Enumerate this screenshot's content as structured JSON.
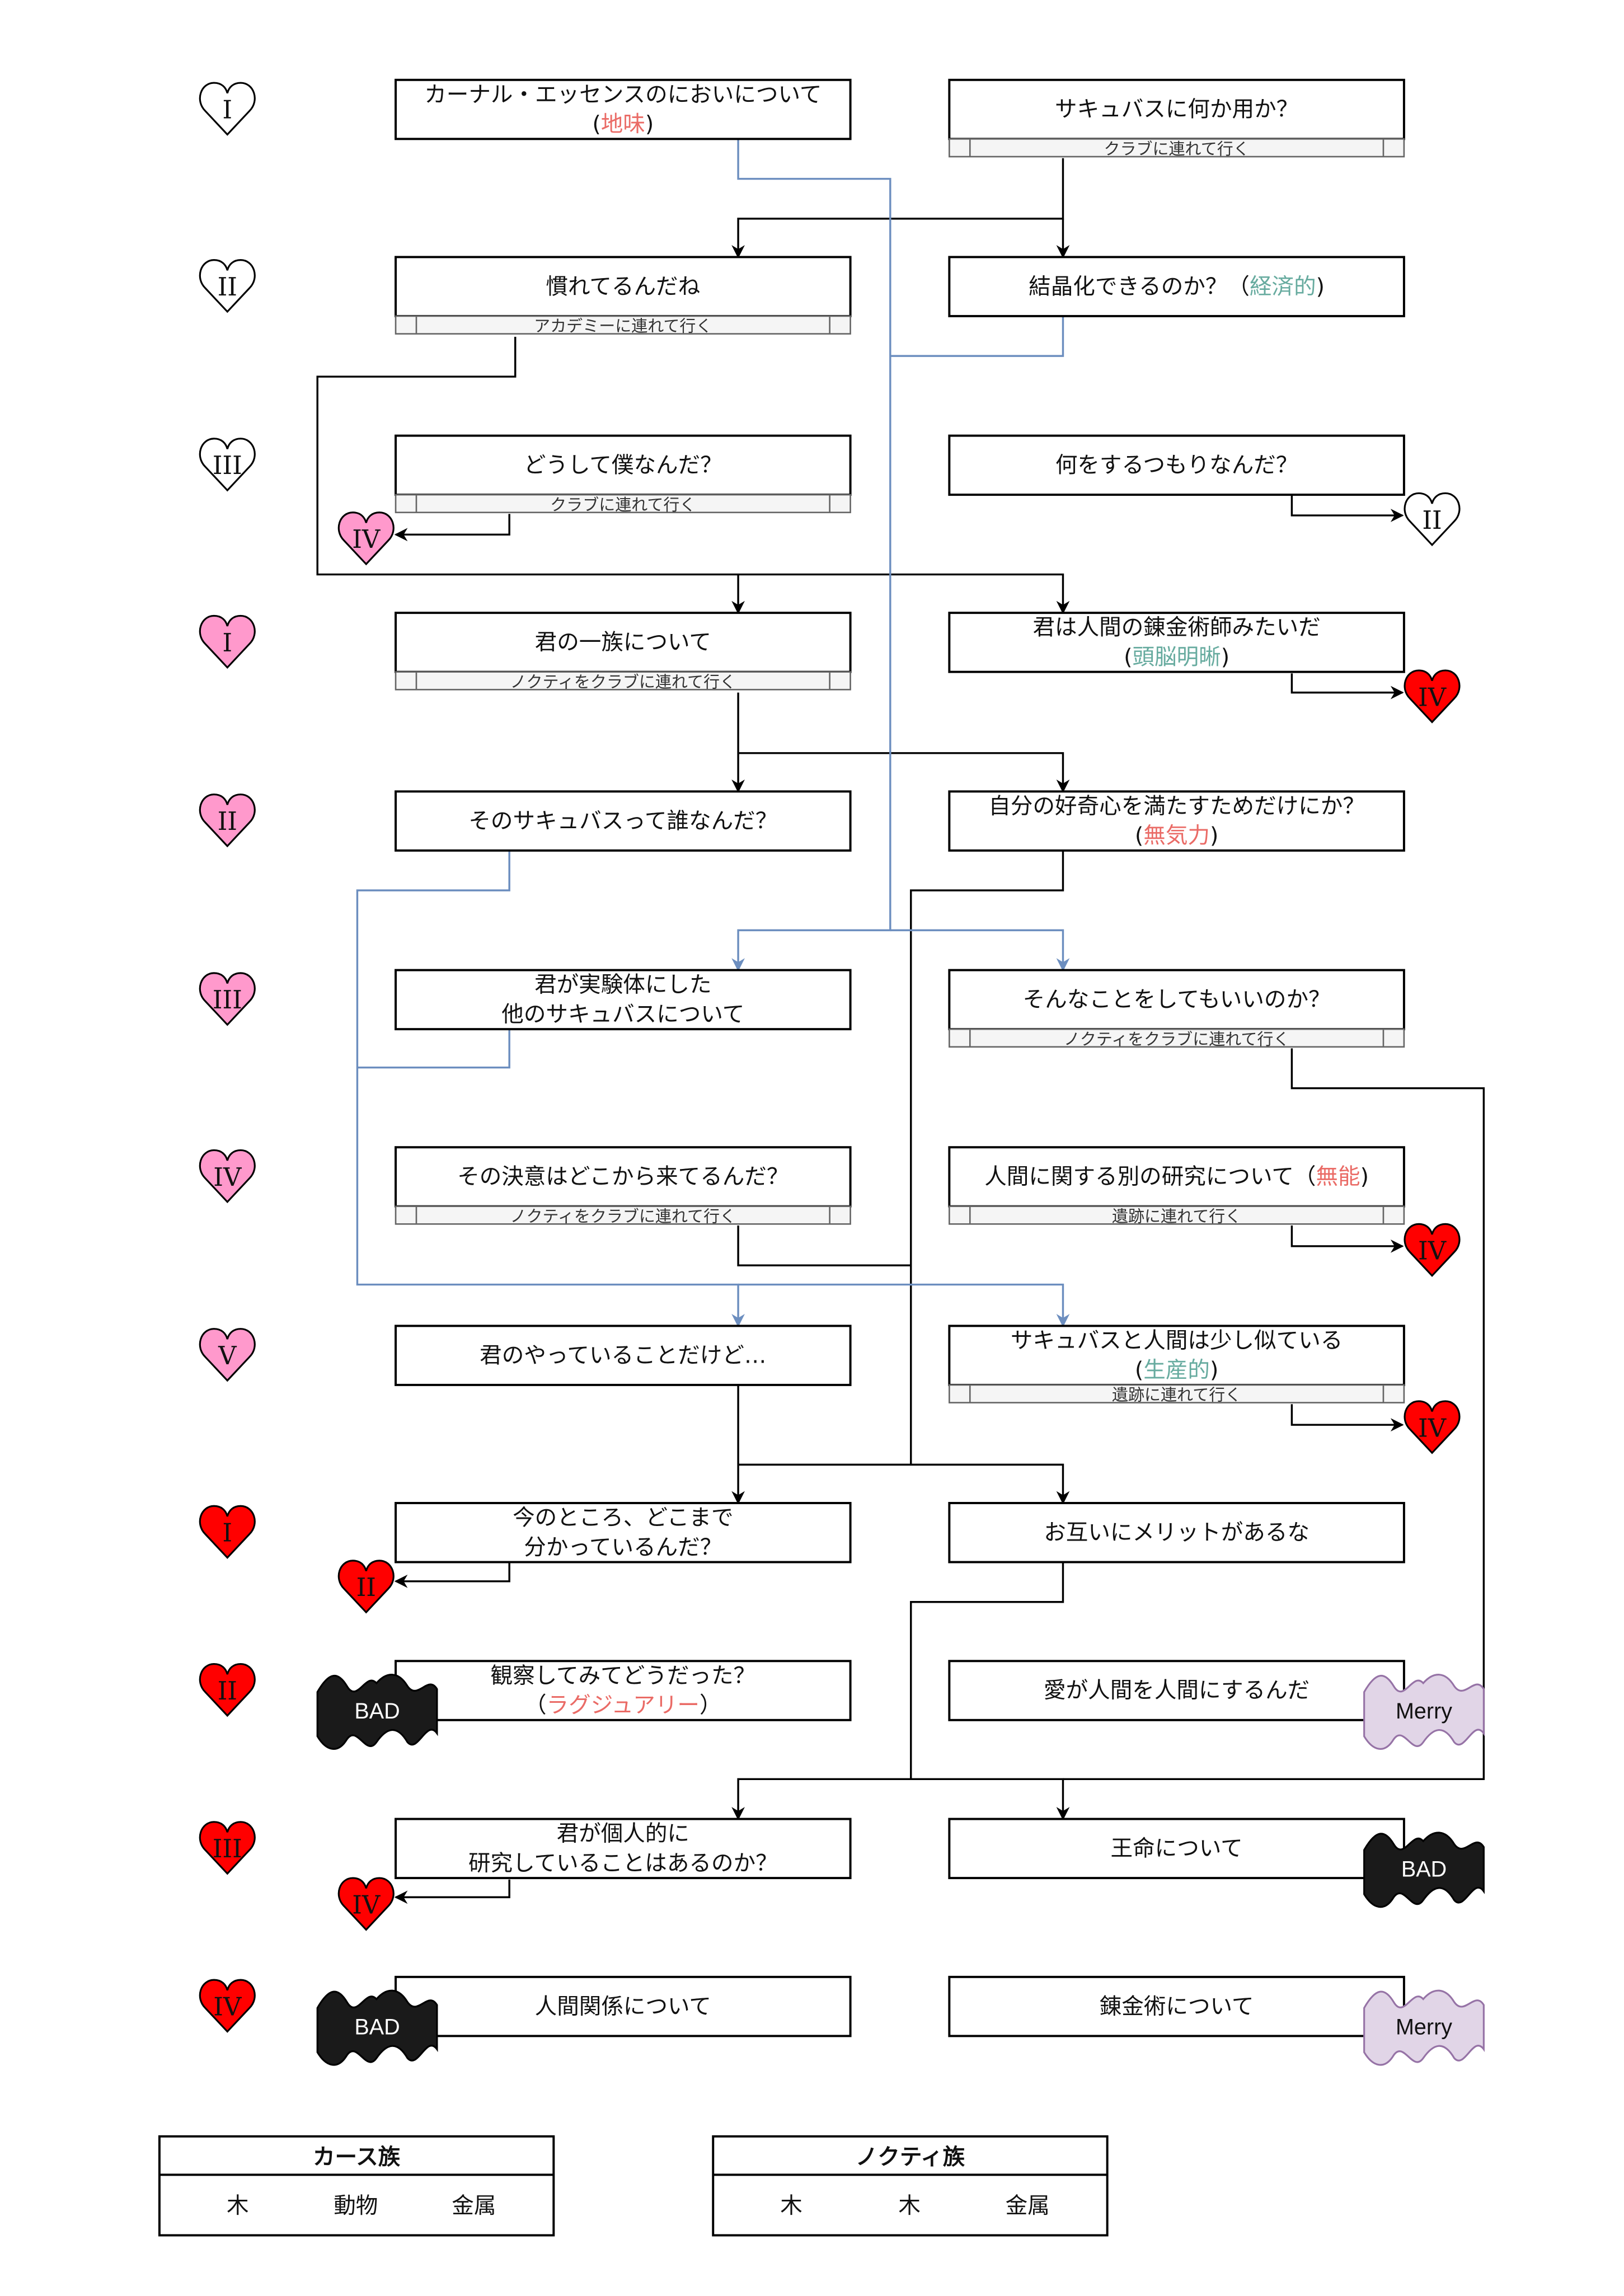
{
  "colors": {
    "negative": "#ea6b66",
    "positive": "#67ab9f",
    "heart_white": "#ffffff",
    "heart_pink": "#ff99cc",
    "heart_red": "#ff0000",
    "bad_fill": "#1a1a1a",
    "merry_fill": "#e1d5e7",
    "merry_stroke": "#9673a6",
    "link_black": "#000000",
    "link_blue": "#6c8ebf"
  },
  "rows": [
    {
      "numeral": "I",
      "heart": "white",
      "left": {
        "lines": [
          [
            "カーナル・エッセンスのにおいについて"
          ],
          [
            "(",
            {
              "text": "地味",
              "tone": "negative"
            },
            ")"
          ]
        ]
      },
      "right": {
        "lines": [
          [
            "サキュバスに何か用か？"
          ]
        ],
        "sub": "クラブに連れて行く"
      }
    },
    {
      "numeral": "II",
      "heart": "white",
      "left": {
        "lines": [
          [
            "慣れてるんだね"
          ]
        ],
        "sub": "アカデミーに連れて行く"
      },
      "right": {
        "lines": [
          [
            "結晶化できるのか？（",
            {
              "text": "経済的",
              "tone": "positive"
            },
            ")"
          ]
        ]
      }
    },
    {
      "numeral": "III",
      "heart": "white",
      "left": {
        "lines": [
          [
            "どうして僕なんだ？"
          ]
        ],
        "sub": "クラブに連れて行く"
      },
      "right": {
        "lines": [
          [
            "何をするつもりなんだ？"
          ]
        ]
      }
    },
    {
      "numeral": "I",
      "heart": "pink",
      "left": {
        "lines": [
          [
            "君の一族について"
          ]
        ],
        "sub": "ノクティをクラブに連れて行く"
      },
      "right": {
        "lines": [
          [
            "君は人間の錬金術師みたいだ"
          ],
          [
            "(",
            {
              "text": "頭脳明晰",
              "tone": "positive"
            },
            ")"
          ]
        ]
      }
    },
    {
      "numeral": "II",
      "heart": "pink",
      "left": {
        "lines": [
          [
            "そのサキュバスって誰なんだ？"
          ]
        ]
      },
      "right": {
        "lines": [
          [
            "自分の好奇心を満たすためだけにか？"
          ],
          [
            "(",
            {
              "text": "無気力",
              "tone": "negative"
            },
            ")"
          ]
        ]
      }
    },
    {
      "numeral": "III",
      "heart": "pink",
      "left": {
        "lines": [
          [
            "君が実験体にした"
          ],
          [
            "他のサキュバスについて"
          ]
        ]
      },
      "right": {
        "lines": [
          [
            "そんなことをしてもいいのか？"
          ]
        ],
        "sub": "ノクティをクラブに連れて行く"
      }
    },
    {
      "numeral": "IV",
      "heart": "pink",
      "left": {
        "lines": [
          [
            "その決意はどこから来てるんだ？"
          ]
        ],
        "sub": "ノクティをクラブに連れて行く"
      },
      "right": {
        "lines": [
          [
            "人間に関する別の研究について（",
            {
              "text": "無能",
              "tone": "negative"
            },
            ")"
          ]
        ],
        "sub": "遺跡に連れて行く"
      }
    },
    {
      "numeral": "V",
      "heart": "pink",
      "left": {
        "lines": [
          [
            "君のやっていることだけど…"
          ]
        ]
      },
      "right": {
        "lines": [
          [
            "サキュバスと人間は少し似ている"
          ],
          [
            "(",
            {
              "text": "生産的",
              "tone": "positive"
            },
            ")"
          ]
        ],
        "sub": "遺跡に連れて行く"
      }
    },
    {
      "numeral": "I",
      "heart": "red",
      "left": {
        "lines": [
          [
            "今のところ、どこまで"
          ],
          [
            "分かっているんだ？"
          ]
        ]
      },
      "right": {
        "lines": [
          [
            "お互いにメリットがあるな"
          ]
        ]
      }
    },
    {
      "numeral": "II",
      "heart": "red",
      "left": {
        "lines": [
          [
            "観察してみてどうだった？"
          ],
          [
            "（",
            {
              "text": "ラグジュアリー",
              "tone": "negative"
            },
            "）"
          ]
        ]
      },
      "right": {
        "lines": [
          [
            "愛が人間を人間にするんだ"
          ]
        ]
      }
    },
    {
      "numeral": "III",
      "heart": "red",
      "left": {
        "lines": [
          [
            "君が個人的に"
          ],
          [
            "研究していることはあるのか？"
          ]
        ]
      },
      "right": {
        "lines": [
          [
            "王命について"
          ]
        ]
      }
    },
    {
      "numeral": "IV",
      "heart": "red",
      "left": {
        "lines": [
          [
            "人間関係について"
          ]
        ]
      },
      "right": {
        "lines": [
          [
            "錬金術について"
          ]
        ]
      }
    }
  ],
  "side_hearts": [
    {
      "numeral": "IV",
      "heart": "pink"
    },
    {
      "numeral": "II",
      "heart": "white"
    },
    {
      "numeral": "IV",
      "heart": "red"
    },
    {
      "numeral": "IV",
      "heart": "red"
    },
    {
      "numeral": "IV",
      "heart": "red"
    },
    {
      "numeral": "II",
      "heart": "red"
    },
    {
      "numeral": "IV",
      "heart": "red"
    }
  ],
  "endings": [
    {
      "label": "BAD",
      "type": "bad"
    },
    {
      "label": "Merry",
      "type": "merry"
    },
    {
      "label": "BAD",
      "type": "bad"
    },
    {
      "label": "BAD",
      "type": "bad"
    },
    {
      "label": "Merry",
      "type": "merry"
    }
  ],
  "legend_tables": [
    {
      "title": "カース族",
      "items": [
        "木",
        "動物",
        "金属"
      ]
    },
    {
      "title": "ノクティ族",
      "items": [
        "木",
        "木",
        "金属"
      ]
    }
  ]
}
